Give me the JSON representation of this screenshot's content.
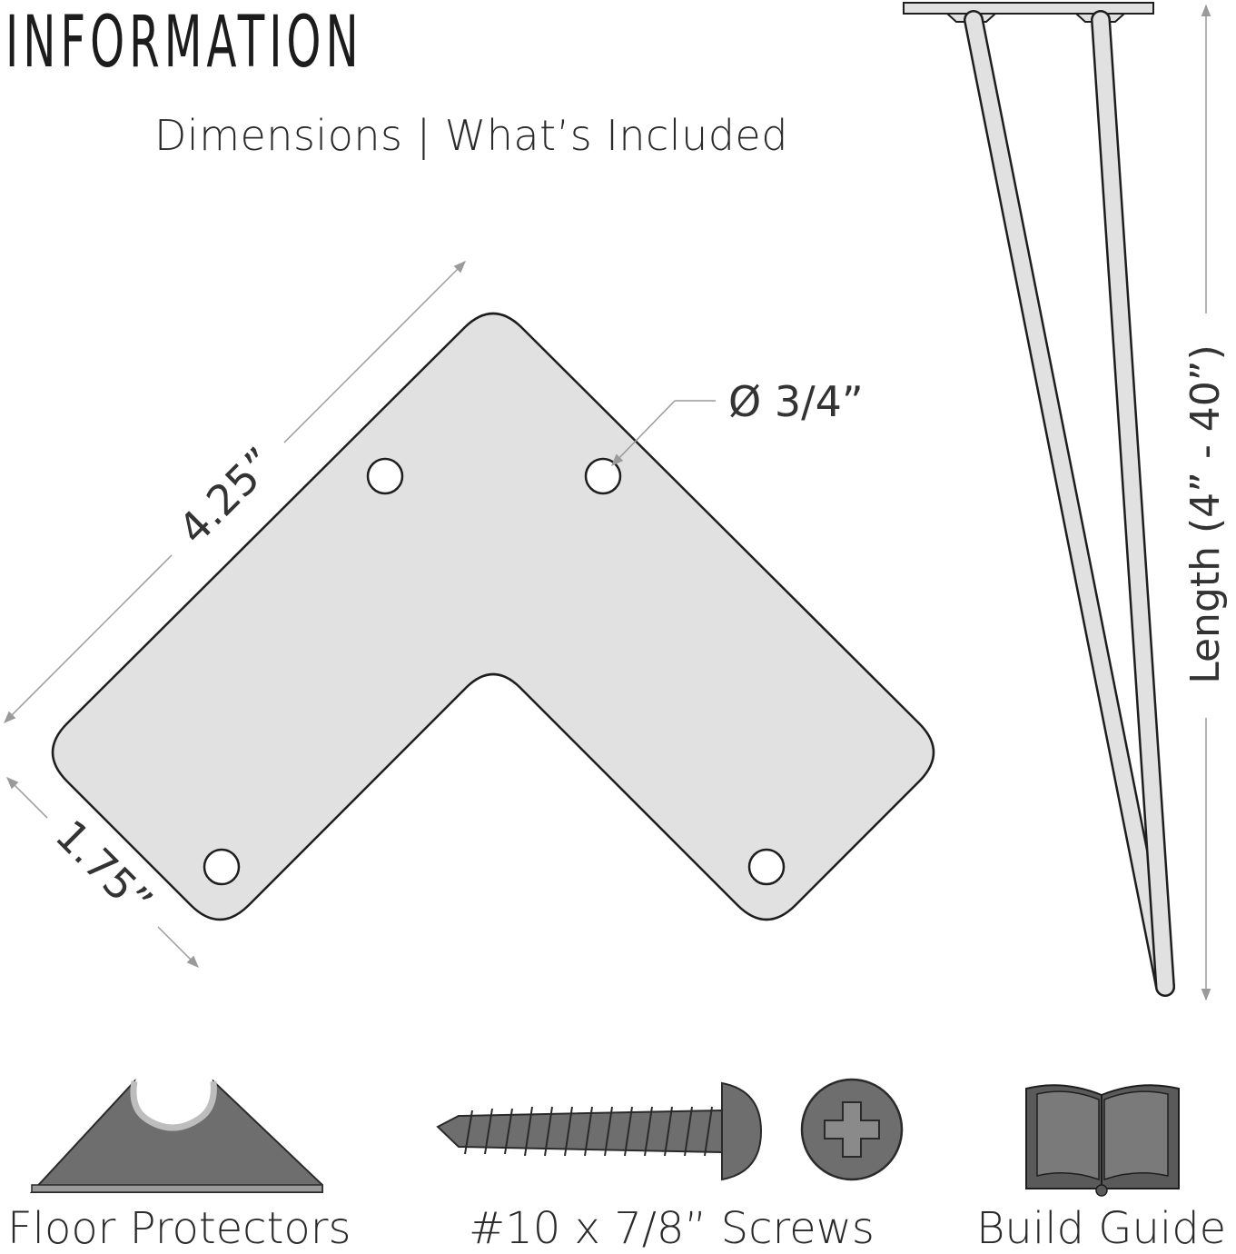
{
  "header": {
    "title": "INFORMATION",
    "subtitle": "Dimensions | What’s Included"
  },
  "bracket": {
    "side_length_label": "4.25”",
    "width_label": "1.75”",
    "hole_diameter_label": "Ø 3/4”"
  },
  "leg": {
    "length_label": "Length (4” - 40”)"
  },
  "included": {
    "floor_protectors_label": "Floor Protectors",
    "screws_label": "#10 x 7/8” Screws",
    "build_guide_label": "Build Guide"
  },
  "colors": {
    "plate_fill": "#e1e1e1",
    "outline": "#1e1e1e",
    "dimension_line": "#9a9a9a",
    "dark_part": "#6e6e6e",
    "book": "#5a5a5a"
  }
}
